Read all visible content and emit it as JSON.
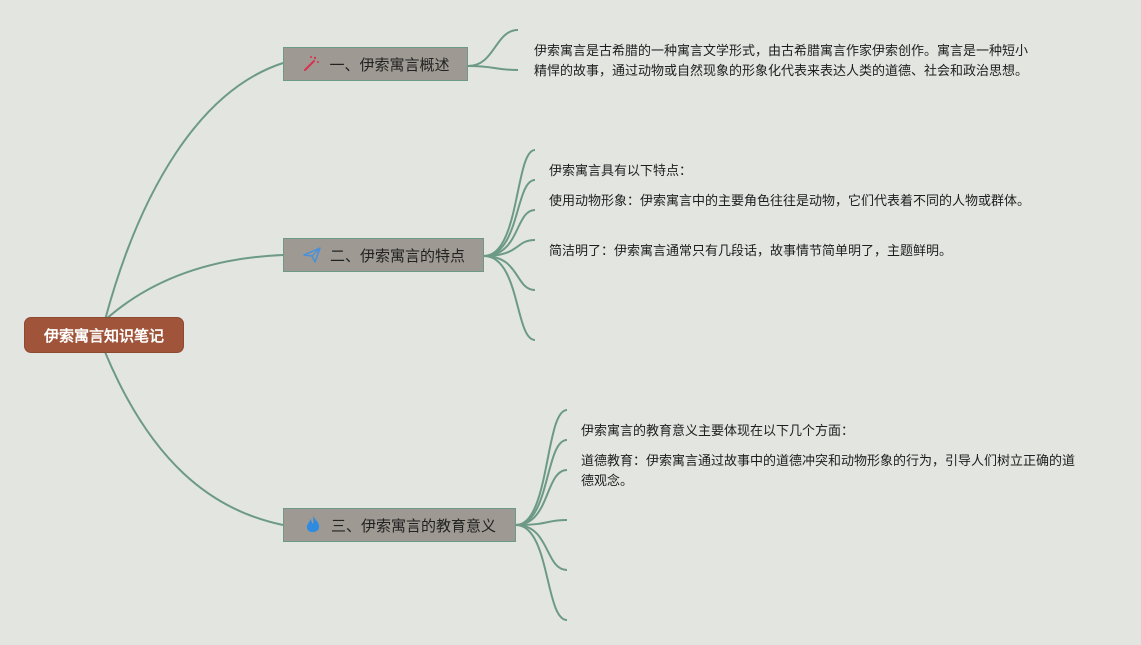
{
  "root": {
    "title": "伊索寓言知识笔记"
  },
  "branches": [
    {
      "label": "一、伊索寓言概述",
      "icon": "magic-wand-icon",
      "notes": [
        "伊索寓言是古希腊的一种寓言文学形式，由古希腊寓言作家伊索创作。寓言是一种短小精悍的故事，通过动物或自然现象的形象化代表来表达人类的道德、社会和政治思想。"
      ]
    },
    {
      "label": "二、伊索寓言的特点",
      "icon": "paper-plane-icon",
      "notes": [
        "伊索寓言具有以下特点：",
        "使用动物形象：伊索寓言中的主要角色往往是动物，它们代表着不同的人物或群体。",
        "简洁明了：伊索寓言通常只有几段话，故事情节简单明了，主题鲜明。"
      ]
    },
    {
      "label": "三、伊索寓言的教育意义",
      "icon": "flame-icon",
      "notes": [
        "伊索寓言的教育意义主要体现在以下几个方面：",
        "道德教育：伊索寓言通过故事中的道德冲突和动物形象的行为，引导人们树立正确的道德观念。"
      ]
    }
  ],
  "colors": {
    "root_fill": "#a0543a",
    "branch_fill": "#9e9a93",
    "line": "#6c9a87",
    "background": "#e3e5e1",
    "wand_icon": "#d8324f",
    "plane_icon": "#4a90d9",
    "flame_icon": "#2f8be0"
  }
}
